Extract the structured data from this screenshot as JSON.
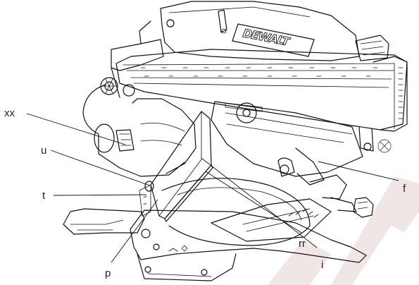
{
  "labels": {
    "xx": "xx",
    "u": "u",
    "t": "t",
    "p": "p",
    "i": "i",
    "rr": "rr",
    "f": "f"
  },
  "brand": "DEWALT",
  "colors": {
    "line": "#111111",
    "background": "#ffffff",
    "label": "#222222",
    "watermark": "#f1e6e6"
  },
  "icons": {
    "brand_plate": "dewalt-logo",
    "edge_symbol": "circle-cross-icon"
  }
}
